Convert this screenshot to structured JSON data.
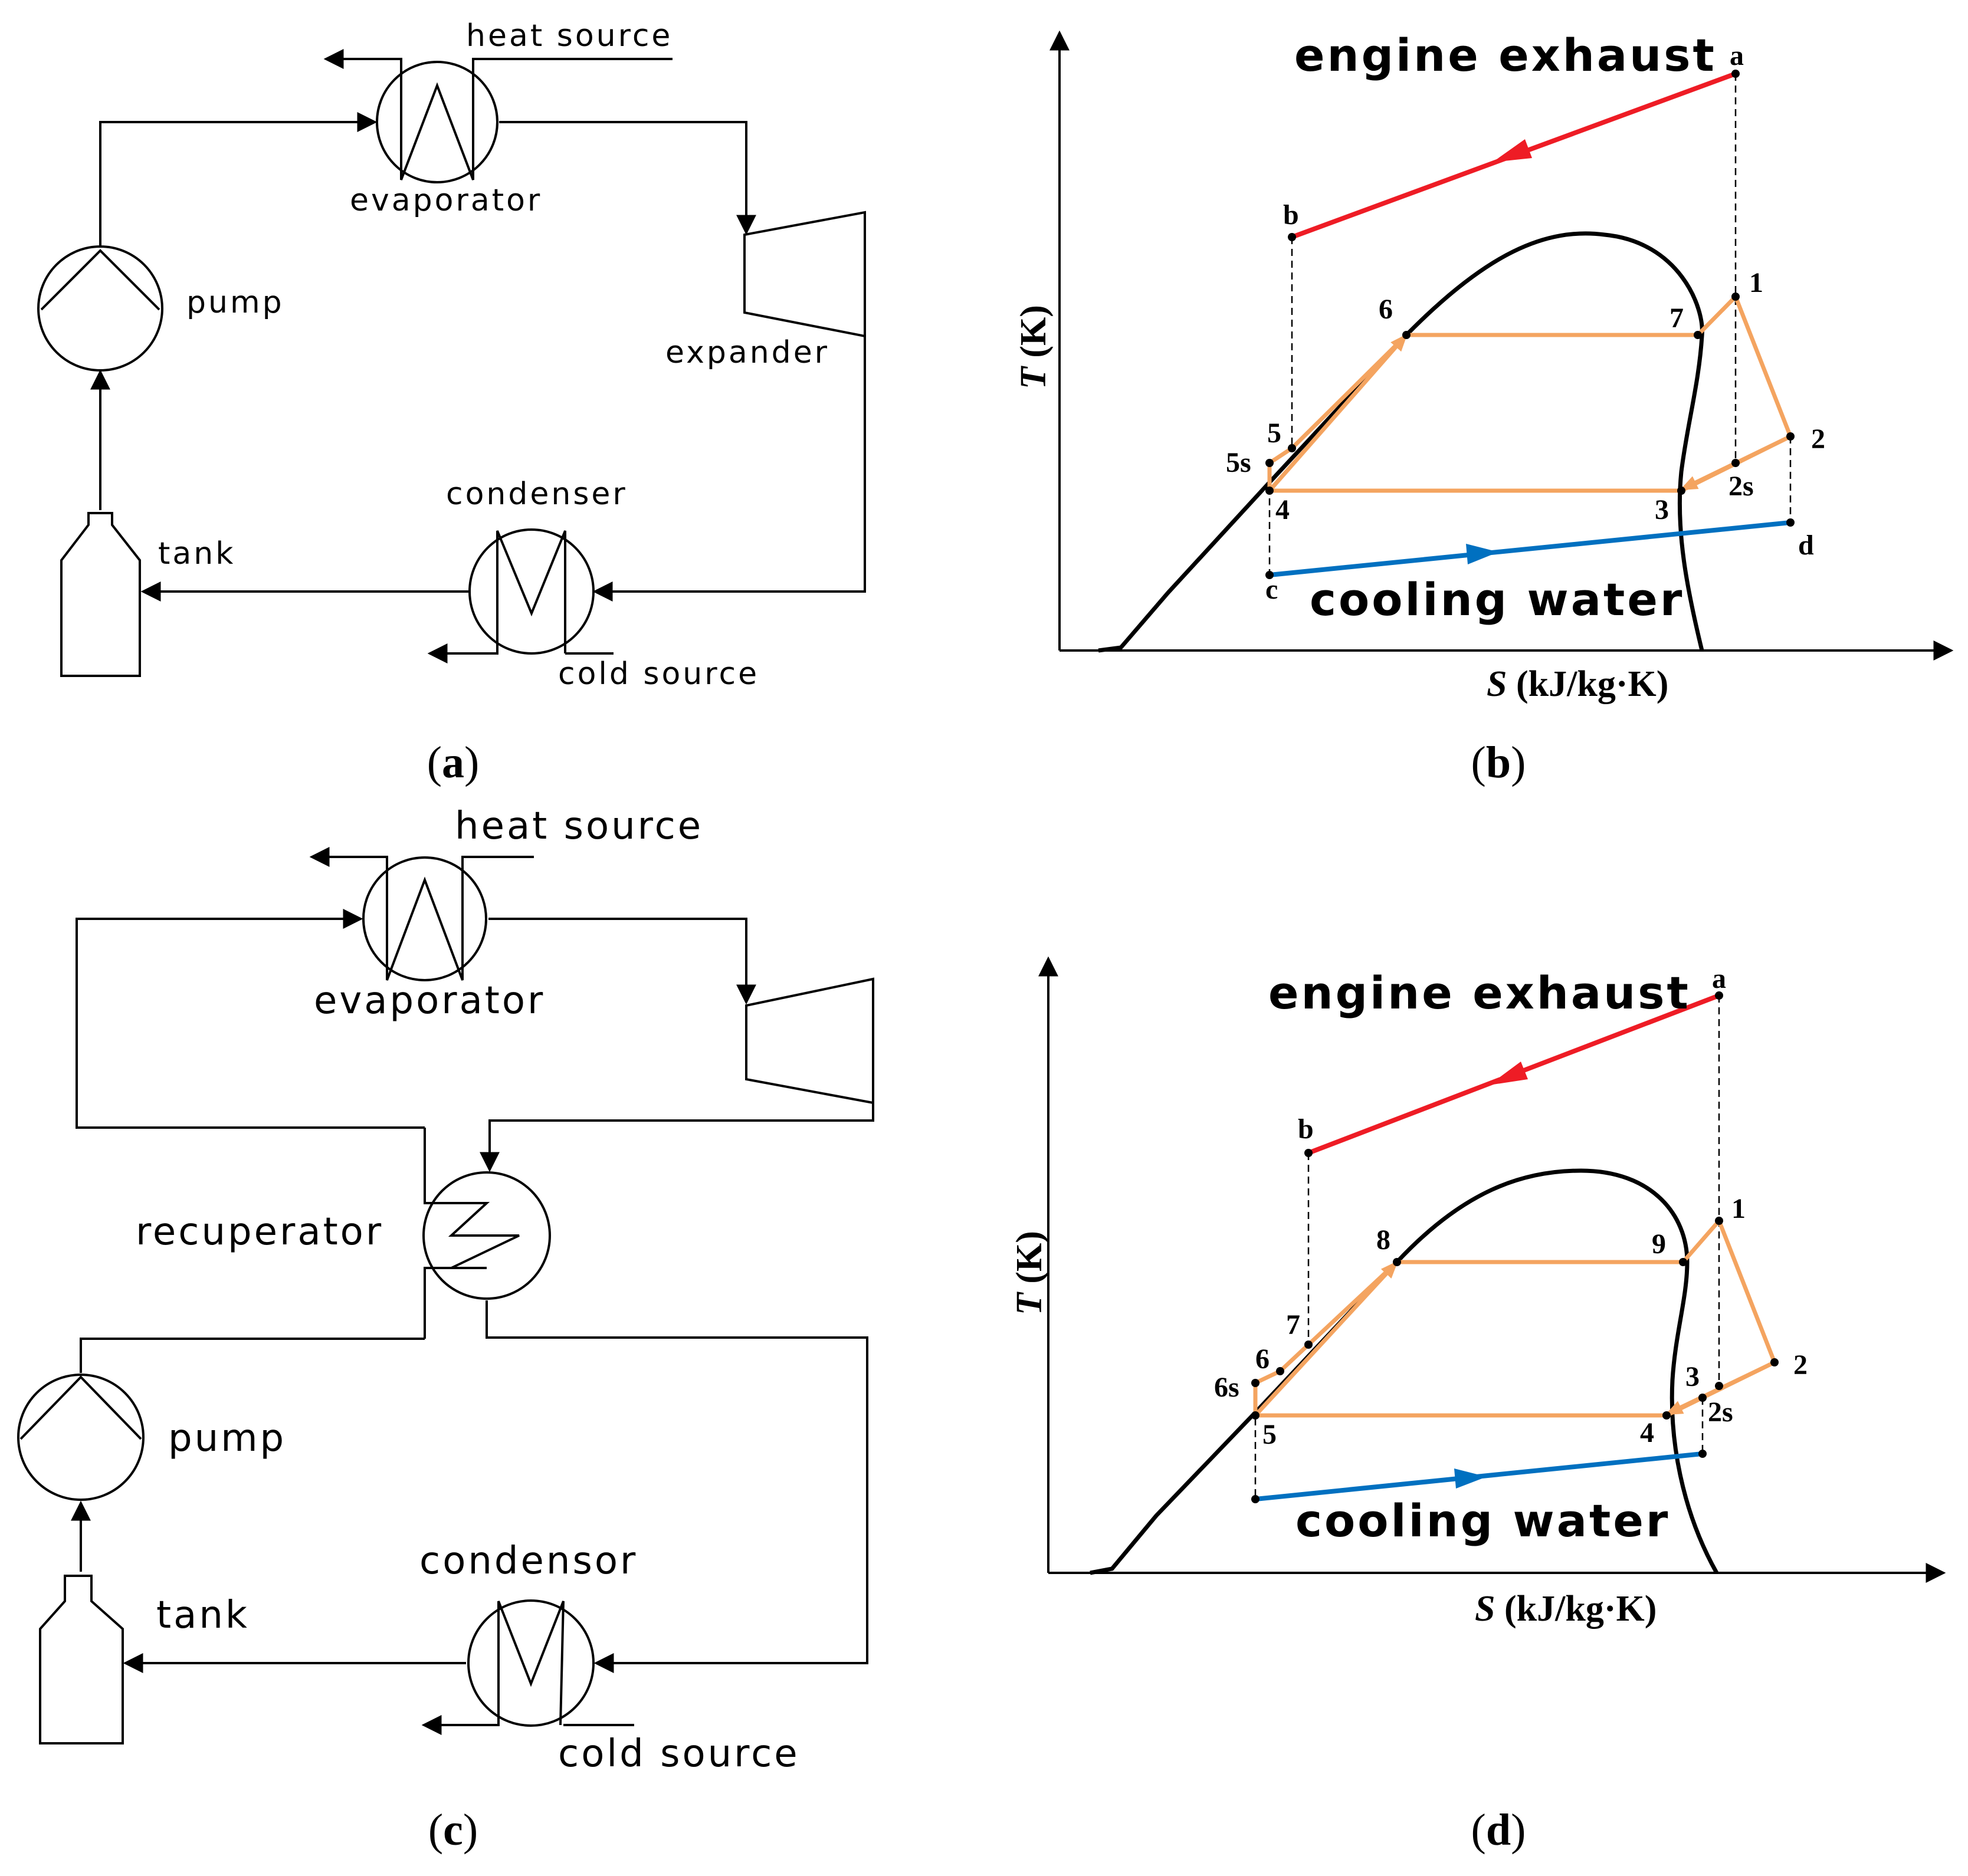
{
  "panel_a": {
    "heat_source": "heat source",
    "evaporator": "evaporator",
    "pump": "pump",
    "expander": "expander",
    "condenser": "condenser",
    "tank": "tank",
    "cold_source": "cold source",
    "caption_open": "(",
    "caption_letter": "a",
    "caption_close": ")"
  },
  "panel_b": {
    "title": "engine exhaust",
    "cooling": "cooling water",
    "ylabel_var": "T",
    "ylabel_unit": " (K)",
    "xlabel_var": "S",
    "xlabel_unit": " (kJ/kg·K)",
    "points": [
      "a",
      "b",
      "1",
      "2",
      "2s",
      "3",
      "4",
      "5",
      "5s",
      "6",
      "7",
      "c",
      "d"
    ],
    "caption_open": "(",
    "caption_letter": "b",
    "caption_close": ")"
  },
  "panel_c": {
    "heat_source": "heat source",
    "evaporator": "evaporator",
    "recuperator": "recuperator",
    "pump": "pump",
    "condensor": "condensor",
    "tank": "tank",
    "cold_source": "cold source",
    "caption_open": "(",
    "caption_letter": "c",
    "caption_close": ")"
  },
  "panel_d": {
    "title": "engine exhaust",
    "cooling": "cooling water",
    "ylabel_var": "T",
    "ylabel_unit": " (K)",
    "xlabel_var": "S",
    "xlabel_unit": " (kJ/kg·K)",
    "points": [
      "a",
      "b",
      "1",
      "2",
      "2s",
      "3",
      "4",
      "5",
      "6",
      "6s",
      "7",
      "8",
      "9"
    ],
    "caption_open": "(",
    "caption_letter": "d",
    "caption_close": ")"
  },
  "colors": {
    "exhaust": "#EE1C25",
    "cooling": "#0070C0",
    "working_fluid": "#F4A460",
    "line": "#000000"
  }
}
